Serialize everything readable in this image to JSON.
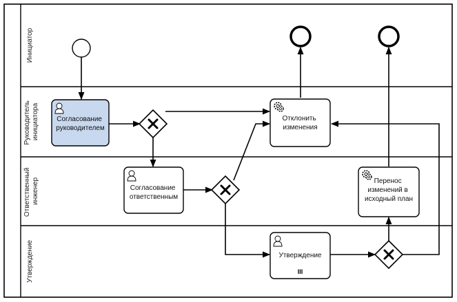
{
  "diagram": {
    "lanes": [
      {
        "label_lines": [
          "Инициатор"
        ]
      },
      {
        "label_lines": [
          "Руководитель",
          "инициатора"
        ]
      },
      {
        "label_lines": [
          "Ответственный",
          "инженер"
        ]
      },
      {
        "label_lines": [
          "Утверждение"
        ]
      }
    ],
    "tasks": {
      "approval_manager": {
        "lines": [
          "Согласование",
          "руководителем"
        ],
        "fill": "#c8d8ee"
      },
      "reject_changes": {
        "lines": [
          "Отклонить",
          "изменения"
        ]
      },
      "approval_engineer": {
        "lines": [
          "Согласование",
          "ответственным"
        ]
      },
      "transfer_changes": {
        "lines": [
          "Перенос",
          "изменений в",
          "исходный план"
        ]
      },
      "approval_final": {
        "lines": [
          "Утверждение"
        ],
        "marker": "III"
      }
    },
    "colors": {
      "stroke": "#000000",
      "highlight_fill": "#c8d8ee"
    }
  }
}
